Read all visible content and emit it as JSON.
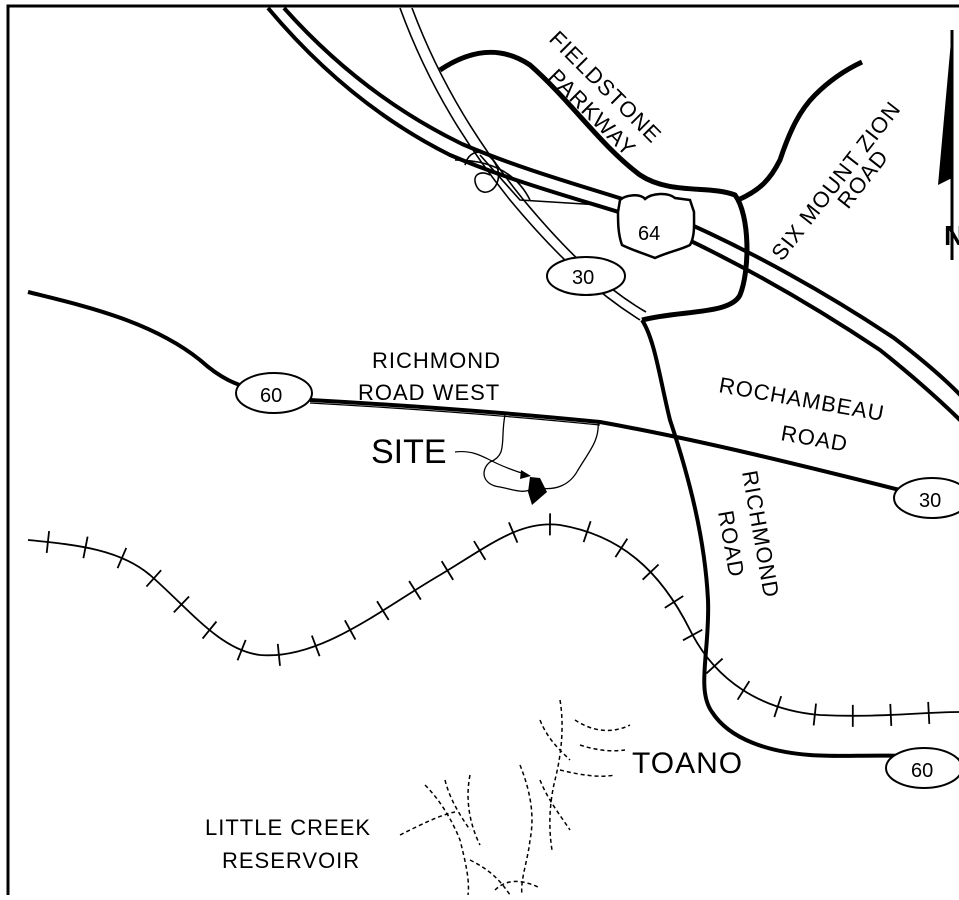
{
  "map": {
    "labels": {
      "fieldstone_1": "FIELDSTONE",
      "fieldstone_2": "PARKWAY",
      "six_mount_zion_1": "SIX MOUNT ZION",
      "six_mount_zion_2": "ROAD",
      "richmond_road_west_1": "RICHMOND",
      "richmond_road_west_2": "ROAD WEST",
      "rochambeau_1": "ROCHAMBEAU",
      "rochambeau_2": "ROAD",
      "richmond_road_1": "RICHMOND",
      "richmond_road_2": "ROAD",
      "site": "SITE",
      "toano": "TOANO",
      "little_creek_1": "LITTLE CREEK",
      "little_creek_2": "RESERVOIR",
      "north_partial": "N"
    },
    "shields": {
      "us64": "64",
      "rt30_north": "30",
      "rt60_west": "60",
      "rt30_east": "30",
      "rt60_east": "60"
    }
  }
}
